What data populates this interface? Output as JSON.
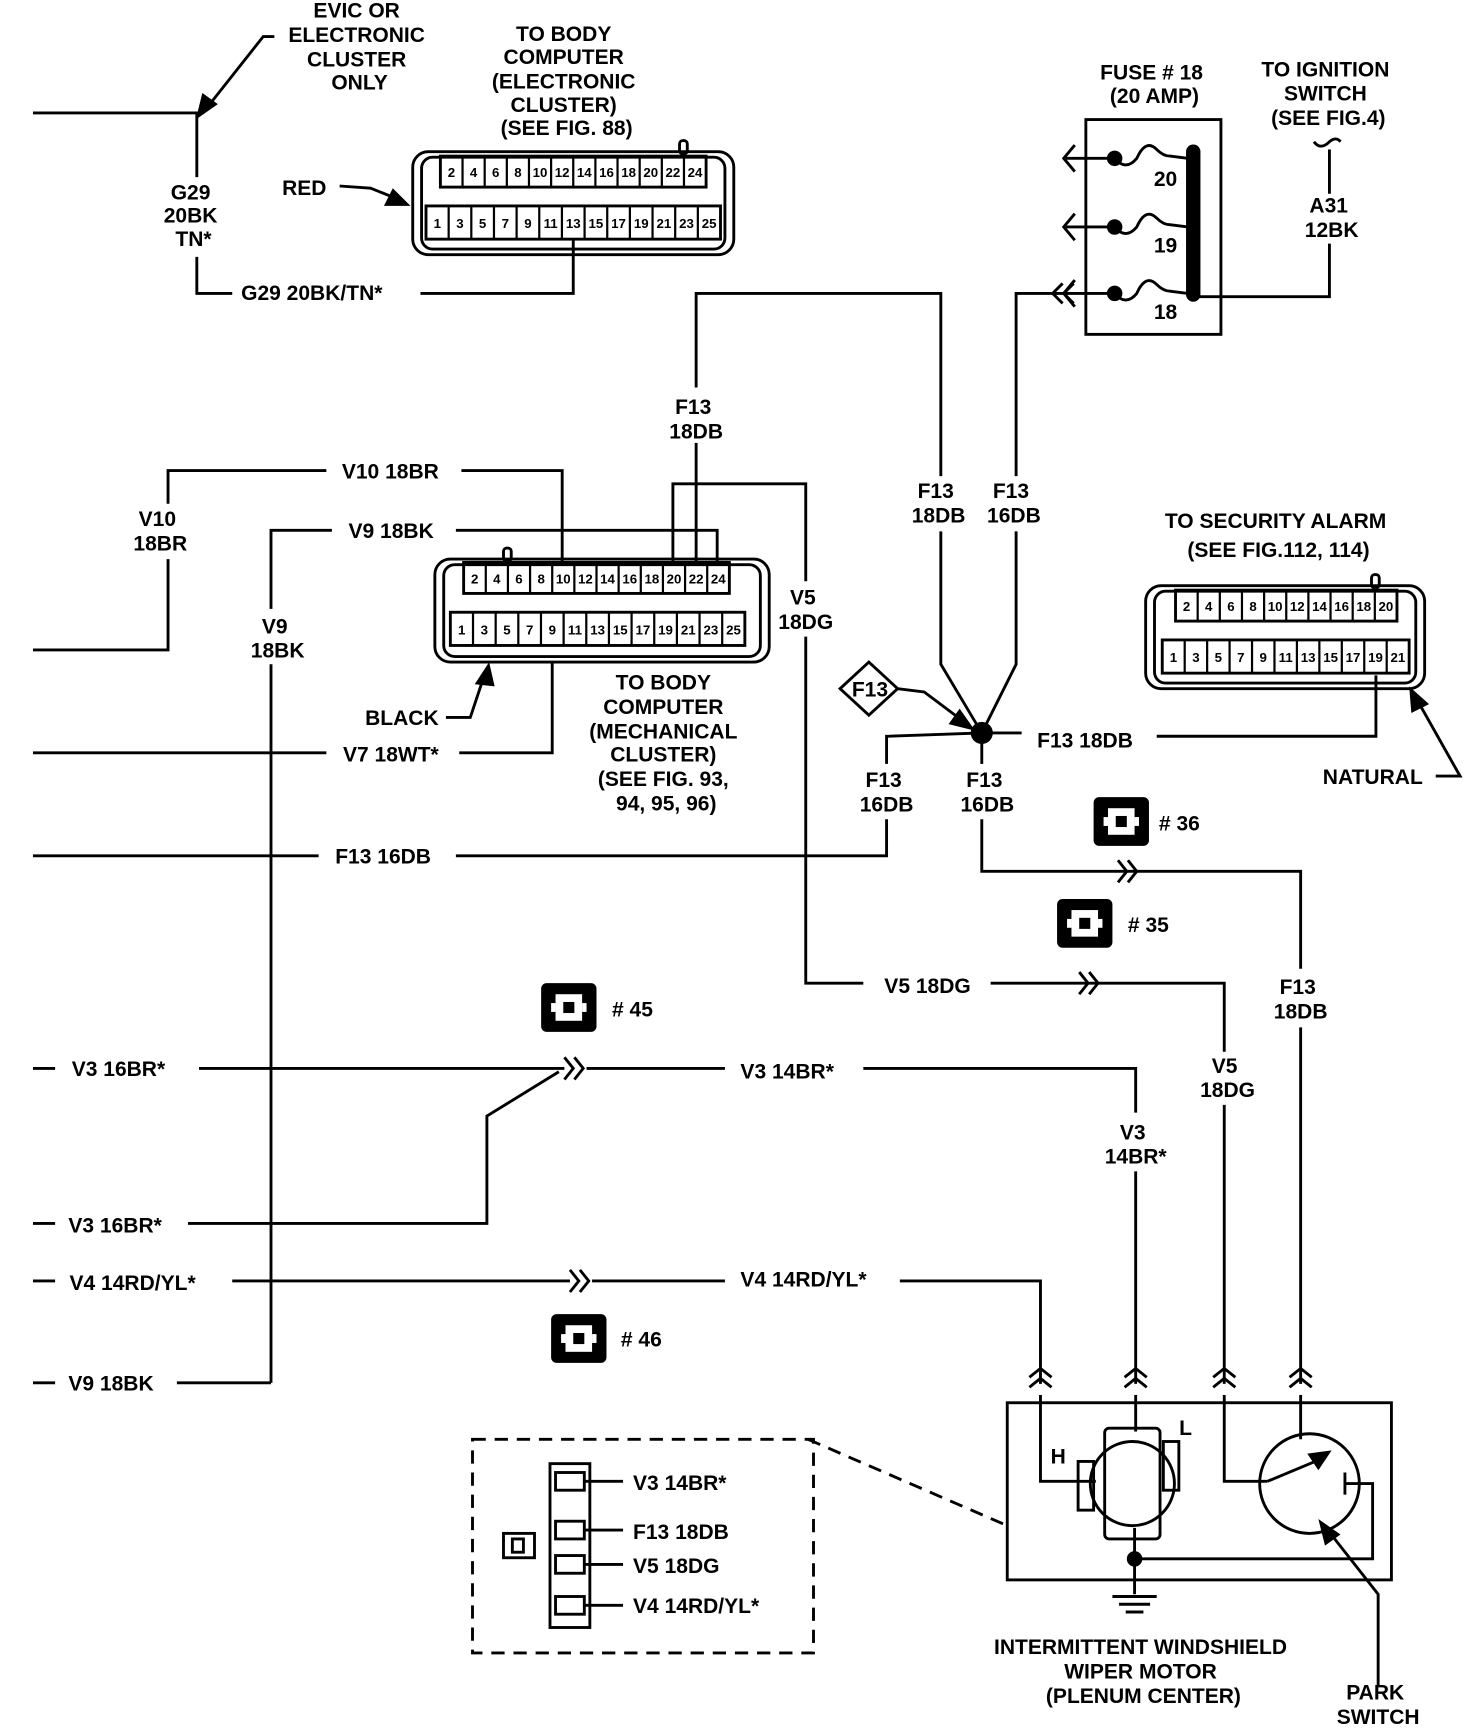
{
  "evic_note": [
    "EVIC OR",
    "ELECTRONIC",
    "CLUSTER",
    "ONLY"
  ],
  "electronic_cluster": {
    "title": [
      "TO BODY",
      "COMPUTER",
      "(ELECTRONIC",
      "CLUSTER)",
      "(SEE FIG. 88)"
    ],
    "color_label": "RED",
    "top_pins": [
      "2",
      "4",
      "6",
      "8",
      "10",
      "12",
      "14",
      "16",
      "18",
      "20",
      "22",
      "24"
    ],
    "bottom_pins": [
      "1",
      "3",
      "5",
      "7",
      "9",
      "11",
      "13",
      "15",
      "17",
      "19",
      "21",
      "23",
      "25"
    ]
  },
  "mechanical_cluster": {
    "title": [
      "TO BODY",
      "COMPUTER",
      "(MECHANICAL",
      "CLUSTER)",
      "(SEE FIG. 93,",
      "94, 95, 96)"
    ],
    "color_label": "BLACK",
    "top_pins": [
      "2",
      "4",
      "6",
      "8",
      "10",
      "12",
      "14",
      "16",
      "18",
      "20",
      "22",
      "24"
    ],
    "bottom_pins": [
      "1",
      "3",
      "5",
      "7",
      "9",
      "11",
      "13",
      "15",
      "17",
      "19",
      "21",
      "23",
      "25"
    ]
  },
  "security_alarm": {
    "title": [
      "TO SECURITY ALARM",
      "(SEE FIG.112, 114)"
    ],
    "color_label": "NATURAL",
    "top_pins": [
      "2",
      "4",
      "6",
      "8",
      "10",
      "12",
      "14",
      "16",
      "18",
      "20"
    ],
    "bottom_pins": [
      "1",
      "3",
      "5",
      "7",
      "9",
      "11",
      "13",
      "15",
      "17",
      "19",
      "21"
    ]
  },
  "fuse": {
    "title": [
      "FUSE # 18",
      "(20 AMP)"
    ],
    "numbers": [
      "20",
      "19",
      "18"
    ]
  },
  "ignition": {
    "title": [
      "TO IGNITION",
      "SWITCH",
      "(SEE FIG.4)"
    ],
    "wire": [
      "A31",
      "12BK"
    ]
  },
  "wires": {
    "g29_vertical": [
      "G29",
      "20BK",
      "TN*"
    ],
    "g29_horizontal": "G29 20BK/TN*",
    "f13_18db_top": [
      "F13",
      "18DB"
    ],
    "v10_h": "V10 18BR",
    "v10_v": [
      "V10",
      "18BR"
    ],
    "v9_h": "V9 18BK",
    "v9_v": [
      "V9",
      "18BK"
    ],
    "v5_v": [
      "V5",
      "18DG"
    ],
    "f13_18db_mid": [
      "F13",
      "18DB"
    ],
    "f13_16db_mid": [
      "F13",
      "16DB"
    ],
    "splice_label": "F13",
    "f13_18db_right": "F13 18DB",
    "v7": "V7 18WT*",
    "f13_16db_left_v": [
      "F13",
      "16DB"
    ],
    "f13_16db_down": [
      "F13",
      "16DB"
    ],
    "f13_16db_left_h": "F13 16DB",
    "v5_h": "V5 18DG",
    "f13_18db_lower": [
      "F13",
      "18DB"
    ],
    "v5_lower": [
      "V5",
      "18DG"
    ],
    "v3_16br_a": "V3 16BR*",
    "v3_14br_h": "V3 14BR*",
    "v3_14br_v": [
      "V3",
      "14BR*"
    ],
    "v3_16br_b": "V3 16BR*",
    "v4_left": "V4 14RD/YL*",
    "v4_right": "V4 14RD/YL*",
    "v9_bottom": "V9 18BK"
  },
  "connectors": {
    "c36": "# 36",
    "c35": "# 35",
    "c45": "# 45",
    "c46": "# 46"
  },
  "motor": {
    "high": "H",
    "low": "L",
    "title": [
      "INTERMITTENT WINDSHIELD",
      "WIPER MOTOR",
      "(PLENUM CENTER)"
    ],
    "park_switch": [
      "PARK",
      "SWITCH"
    ],
    "inset_pins": [
      "V3 14BR*",
      "F13 18DB",
      "V5 18DG",
      "V4 14RD/YL*"
    ]
  }
}
